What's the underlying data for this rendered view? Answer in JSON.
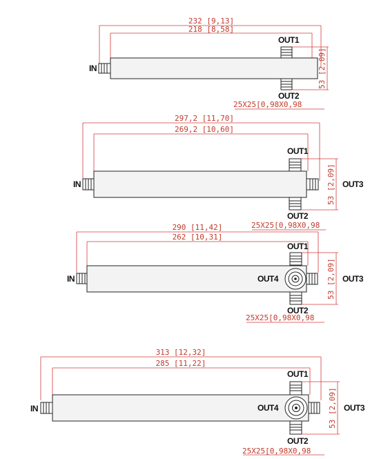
{
  "diagrams": [
    {
      "dim_outer": "232 [9,13]",
      "dim_inner": "218 [8,58]",
      "dim_height": "53 [2,09]",
      "dim_size": "25X25[0,98X0,98",
      "labels": {
        "in": "IN",
        "out1": "OUT1",
        "out2": "OUT2"
      }
    },
    {
      "dim_outer": "297,2 [11,70]",
      "dim_inner": "269,2 [10,60]",
      "dim_height": "53 [2,09]",
      "dim_size": "25X25[0,98X0,98",
      "labels": {
        "in": "IN",
        "out1": "OUT1",
        "out2": "OUT2",
        "out3": "OUT3"
      }
    },
    {
      "dim_outer": "290 [11,42]",
      "dim_inner": "262 [10,31]",
      "dim_height": "53 [2,09]",
      "dim_size": "25X25[0,98X0,98",
      "labels": {
        "in": "IN",
        "out1": "OUT1",
        "out2": "OUT2",
        "out3": "OUT3",
        "out4": "OUT4"
      }
    },
    {
      "dim_outer": "313 [12,32]",
      "dim_inner": "285 [11,22]",
      "dim_height": "53 [2,09]",
      "dim_size": "25X25[0,98X0,98",
      "labels": {
        "in": "IN",
        "out1": "OUT1",
        "out2": "OUT2",
        "out3": "OUT3",
        "out4": "OUT4"
      }
    }
  ]
}
